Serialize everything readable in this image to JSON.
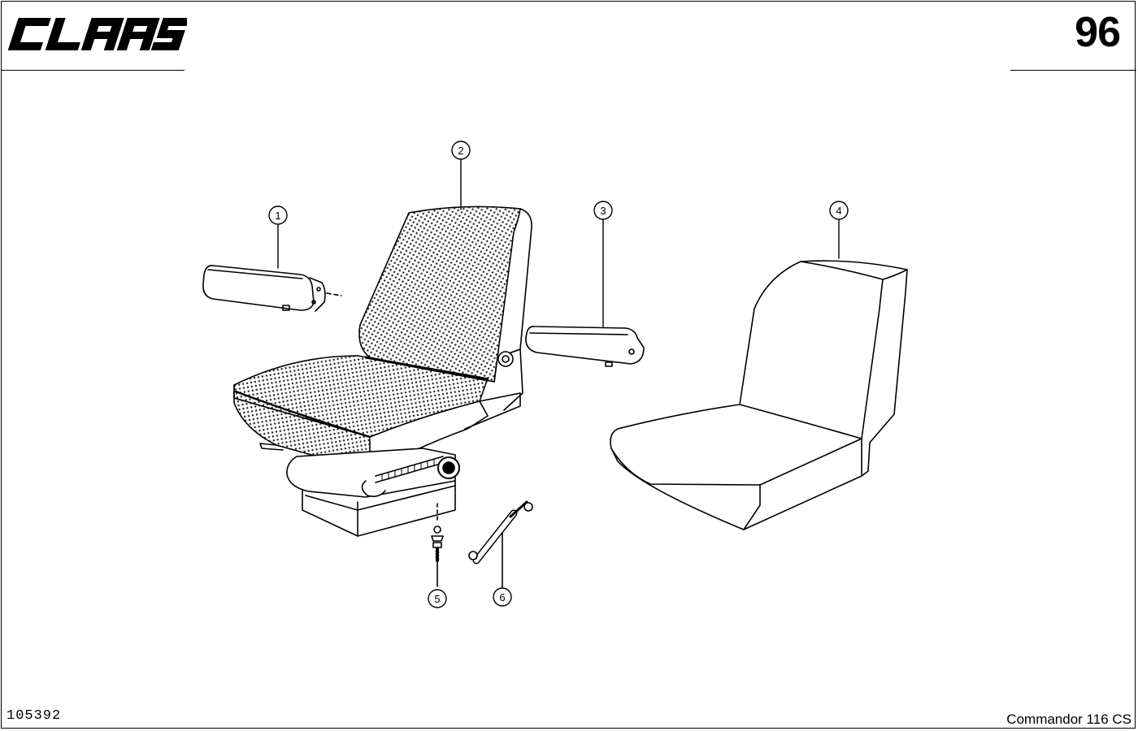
{
  "header": {
    "brand": "CLAAS",
    "page_number": "96"
  },
  "footer": {
    "drawing_number": "105392",
    "model": "Commandor 116 CS"
  },
  "callouts": [
    {
      "id": "1",
      "part": "left-armrest"
    },
    {
      "id": "2",
      "part": "driver-seat"
    },
    {
      "id": "3",
      "part": "right-armrest"
    },
    {
      "id": "4",
      "part": "seat-cover"
    },
    {
      "id": "5",
      "part": "mounting-bolt"
    },
    {
      "id": "6",
      "part": "gas-spring"
    }
  ]
}
